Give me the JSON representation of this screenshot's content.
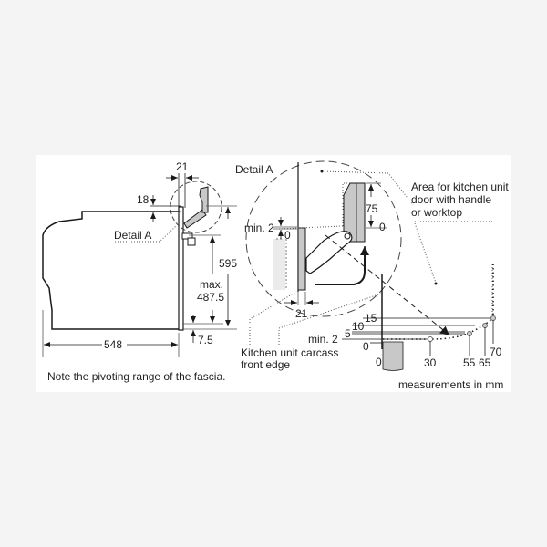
{
  "diagram": {
    "title_detail": "Detail A",
    "left_view": {
      "dim_depth": "548",
      "dim_top_offset": "18",
      "dim_fascia_width": "21",
      "dim_height": "595",
      "dim_max_label": "max.",
      "dim_max_value": "487.5",
      "dim_bottom": "7.5",
      "detail_callout": "Detail A"
    },
    "detail_view": {
      "label": "Detail A",
      "dim_75": "75",
      "dim_0_right": "0",
      "dim_min2_label": "min. 2",
      "dim_0_left": "0",
      "dim_21": "21",
      "area_label_line1": "Area for kitchen unit",
      "area_label_line2": "door with handle",
      "area_label_line3": "or worktop",
      "carcass_label_line1": "Kitchen unit carcass",
      "carcass_label_line2": "front edge"
    },
    "pivot_chart": {
      "y_labels": [
        "15",
        "10",
        "5",
        "min. 2",
        "0"
      ],
      "x_labels": [
        "0",
        "30",
        "55",
        "65",
        "70"
      ]
    },
    "footer_note": "Note the pivoting range of the fascia.",
    "units_note": "measurements in mm"
  },
  "colors": {
    "background": "#f4f4f4",
    "panel": "#ffffff",
    "line": "#1a1a1a",
    "fill_gray": "#c8c8c8"
  }
}
